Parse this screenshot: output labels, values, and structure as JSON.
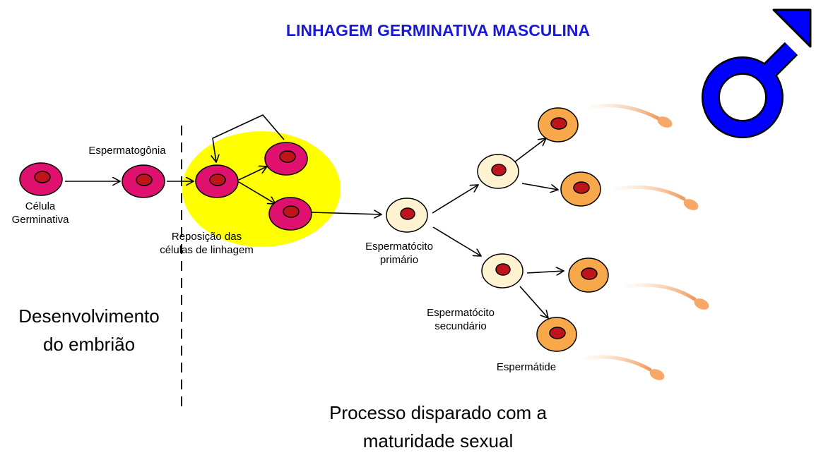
{
  "title": "LINHAGEM GERMINATIVA MASCULINA",
  "colors": {
    "title": "#1a1ad6",
    "male_symbol": "#0000ff",
    "germ_cell": "#e0116e",
    "nucleus": "#c0141c",
    "primary_cell": "#fff3d2",
    "spermatid": "#f6a84a",
    "highlight": "#ffff00",
    "sperm_tail": "#f2a868"
  },
  "symbol": "male-symbol",
  "labels": {
    "celula_germinativa": [
      "Célula",
      "Germinativa"
    ],
    "espermatogonia": "Espermatogônia",
    "reposicao": [
      "Reposição das",
      "células de linhagem"
    ],
    "espermatocito_primario": [
      "Espermatócito",
      "primário"
    ],
    "espermatocito_secundario": [
      "Espermatócito",
      "secundário"
    ],
    "espermatide": "Espermátide",
    "desenvolvimento": [
      "Desenvolvimento",
      "do embrião"
    ],
    "processo": [
      "Processo disparado com a",
      "maturidade sexual"
    ]
  }
}
